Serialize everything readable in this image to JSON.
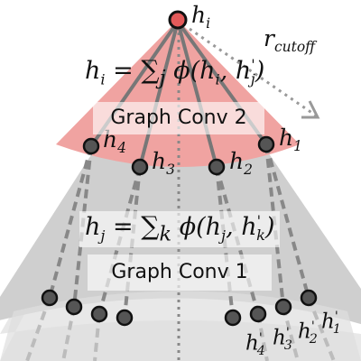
{
  "cutoff_label": {
    "symbol": "r",
    "subscript": "cutoff"
  },
  "layers": [
    {
      "name": "Graph Conv 2",
      "equation": {
        "lhs": "h_i",
        "sum_index": "j",
        "phi_args": [
          "h_i",
          "h'_j"
        ]
      }
    },
    {
      "name": "Graph Conv 1",
      "equation": {
        "lhs": "h_j",
        "sum_index": "k",
        "phi_args": [
          "h_j",
          "h'_k"
        ]
      }
    }
  ],
  "nodes": {
    "center": {
      "base": "h",
      "sub": "i"
    },
    "level1": [
      {
        "base": "h",
        "sub": "4"
      },
      {
        "base": "h",
        "sub": "3"
      },
      {
        "base": "h",
        "sub": "2"
      },
      {
        "base": "h",
        "sub": "1"
      }
    ],
    "level2": [
      {
        "base": "h",
        "sub": "4",
        "sup": "'"
      },
      {
        "base": "h",
        "sub": "3",
        "sup": "'"
      },
      {
        "base": "h",
        "sub": "2",
        "sup": "'"
      },
      {
        "base": "h",
        "sub": "1",
        "sup": "'"
      }
    ]
  },
  "colors": {
    "conv2_fill": "#f0a3a1",
    "conv1_fill": "#cfcfcf",
    "outer_fill": "#e8e8e8",
    "node_fill": "#555555",
    "center_fill": "#e35a5a",
    "edge_dark": "#666666",
    "edge_dotted": "#888888"
  }
}
